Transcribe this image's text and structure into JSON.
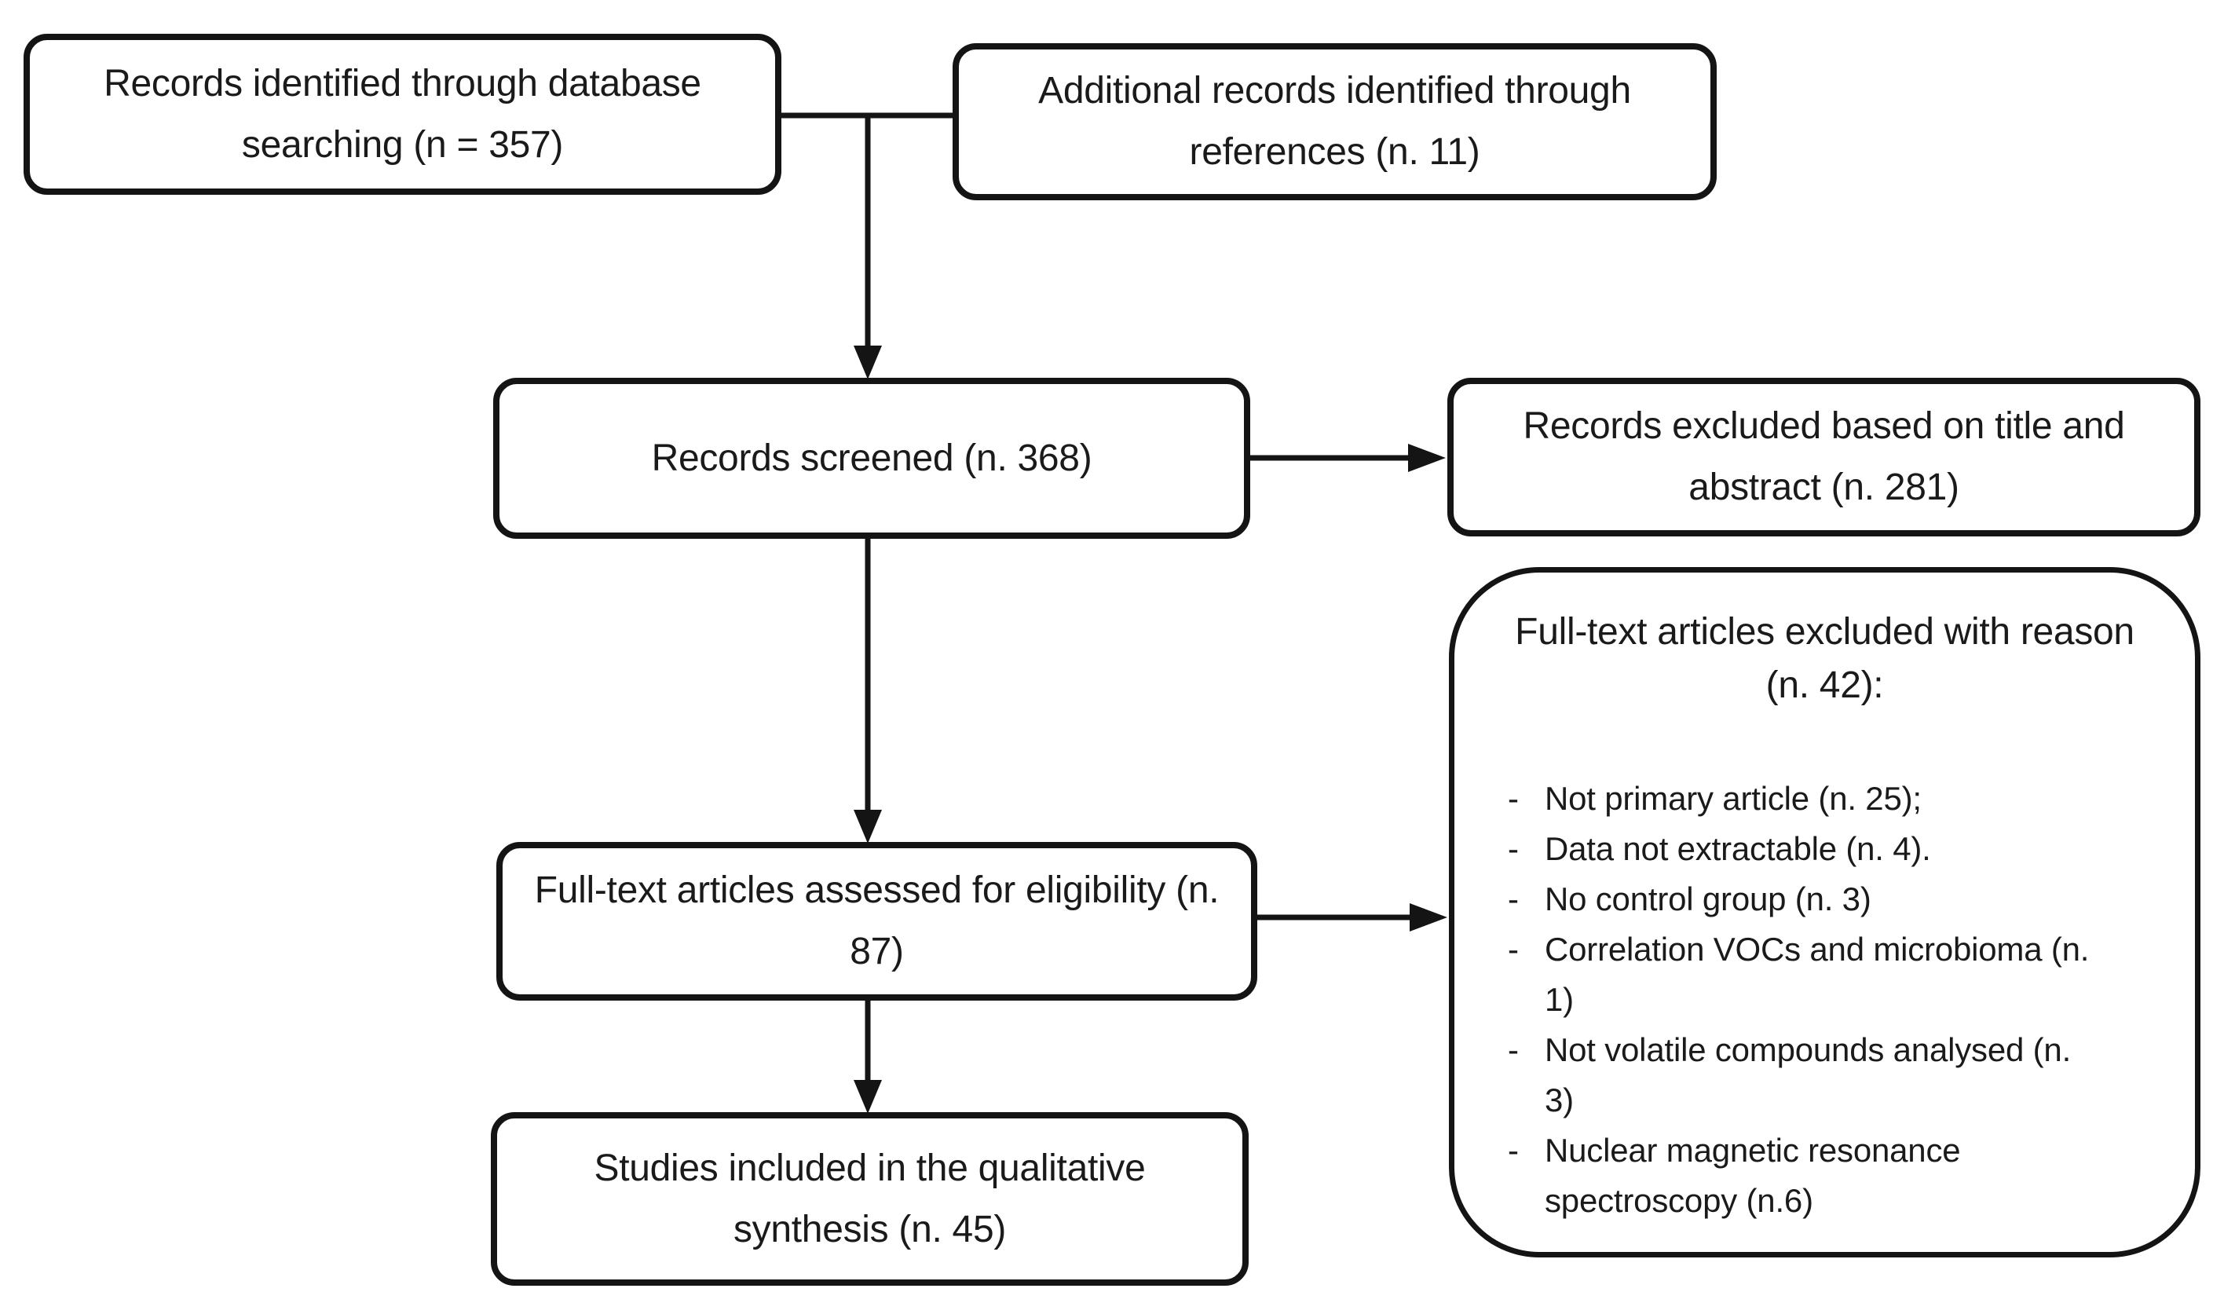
{
  "flowchart": {
    "colors": {
      "line": "#141414",
      "background": "#ffffff",
      "text": "#1a1a1a"
    },
    "boxes": {
      "identified": {
        "text": "Records identified through database searching (n = 357)"
      },
      "additional": {
        "text": "Additional records identified through references (n. 11)"
      },
      "screened": {
        "text": "Records screened (n. 368)"
      },
      "excluded_title_abstract": {
        "text": "Records excluded based on title and abstract (n. 281)"
      },
      "assessed": {
        "text": "Full-text articles assessed for eligibility (n. 87)"
      },
      "excluded_fulltext": {
        "title": "Full-text articles excluded with reason (n. 42):",
        "bullet": "-",
        "items": [
          "Not primary article (n. 25);",
          "Data not extractable (n. 4).",
          "No control group (n. 3)",
          "Correlation VOCs and microbioma (n. 1)",
          "Not volatile compounds analysed (n. 3)",
          "Nuclear magnetic resonance spectroscopy (n.6)"
        ]
      },
      "included": {
        "text": "Studies included in the qualitative synthesis (n. 45)"
      }
    }
  }
}
